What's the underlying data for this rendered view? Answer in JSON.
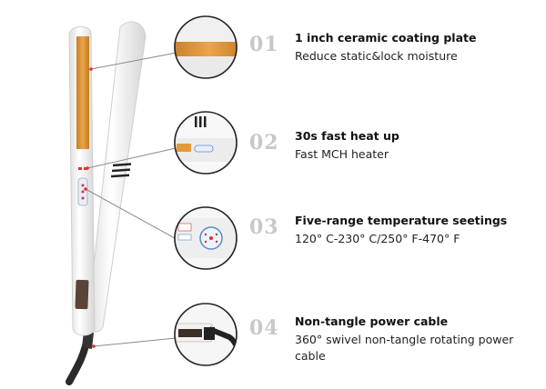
{
  "colors": {
    "plate": "#e39a3c",
    "body": "#f4f4f4",
    "cable": "#2a2a2a",
    "number": "#c8c8c8"
  },
  "features": [
    {
      "number": "01",
      "title": "1 inch ceramic coating plate",
      "desc": "Reduce static&lock moisture"
    },
    {
      "number": "02",
      "title": "30s fast heat up",
      "desc": "Fast MCH heater"
    },
    {
      "number": "03",
      "title": "Five-range temperature seetings",
      "desc": "120° C-230° C/250° F-470° F"
    },
    {
      "number": "04",
      "title": "Non-tangle power cable",
      "desc": "360° swivel non-tangle rotating power cable"
    }
  ]
}
